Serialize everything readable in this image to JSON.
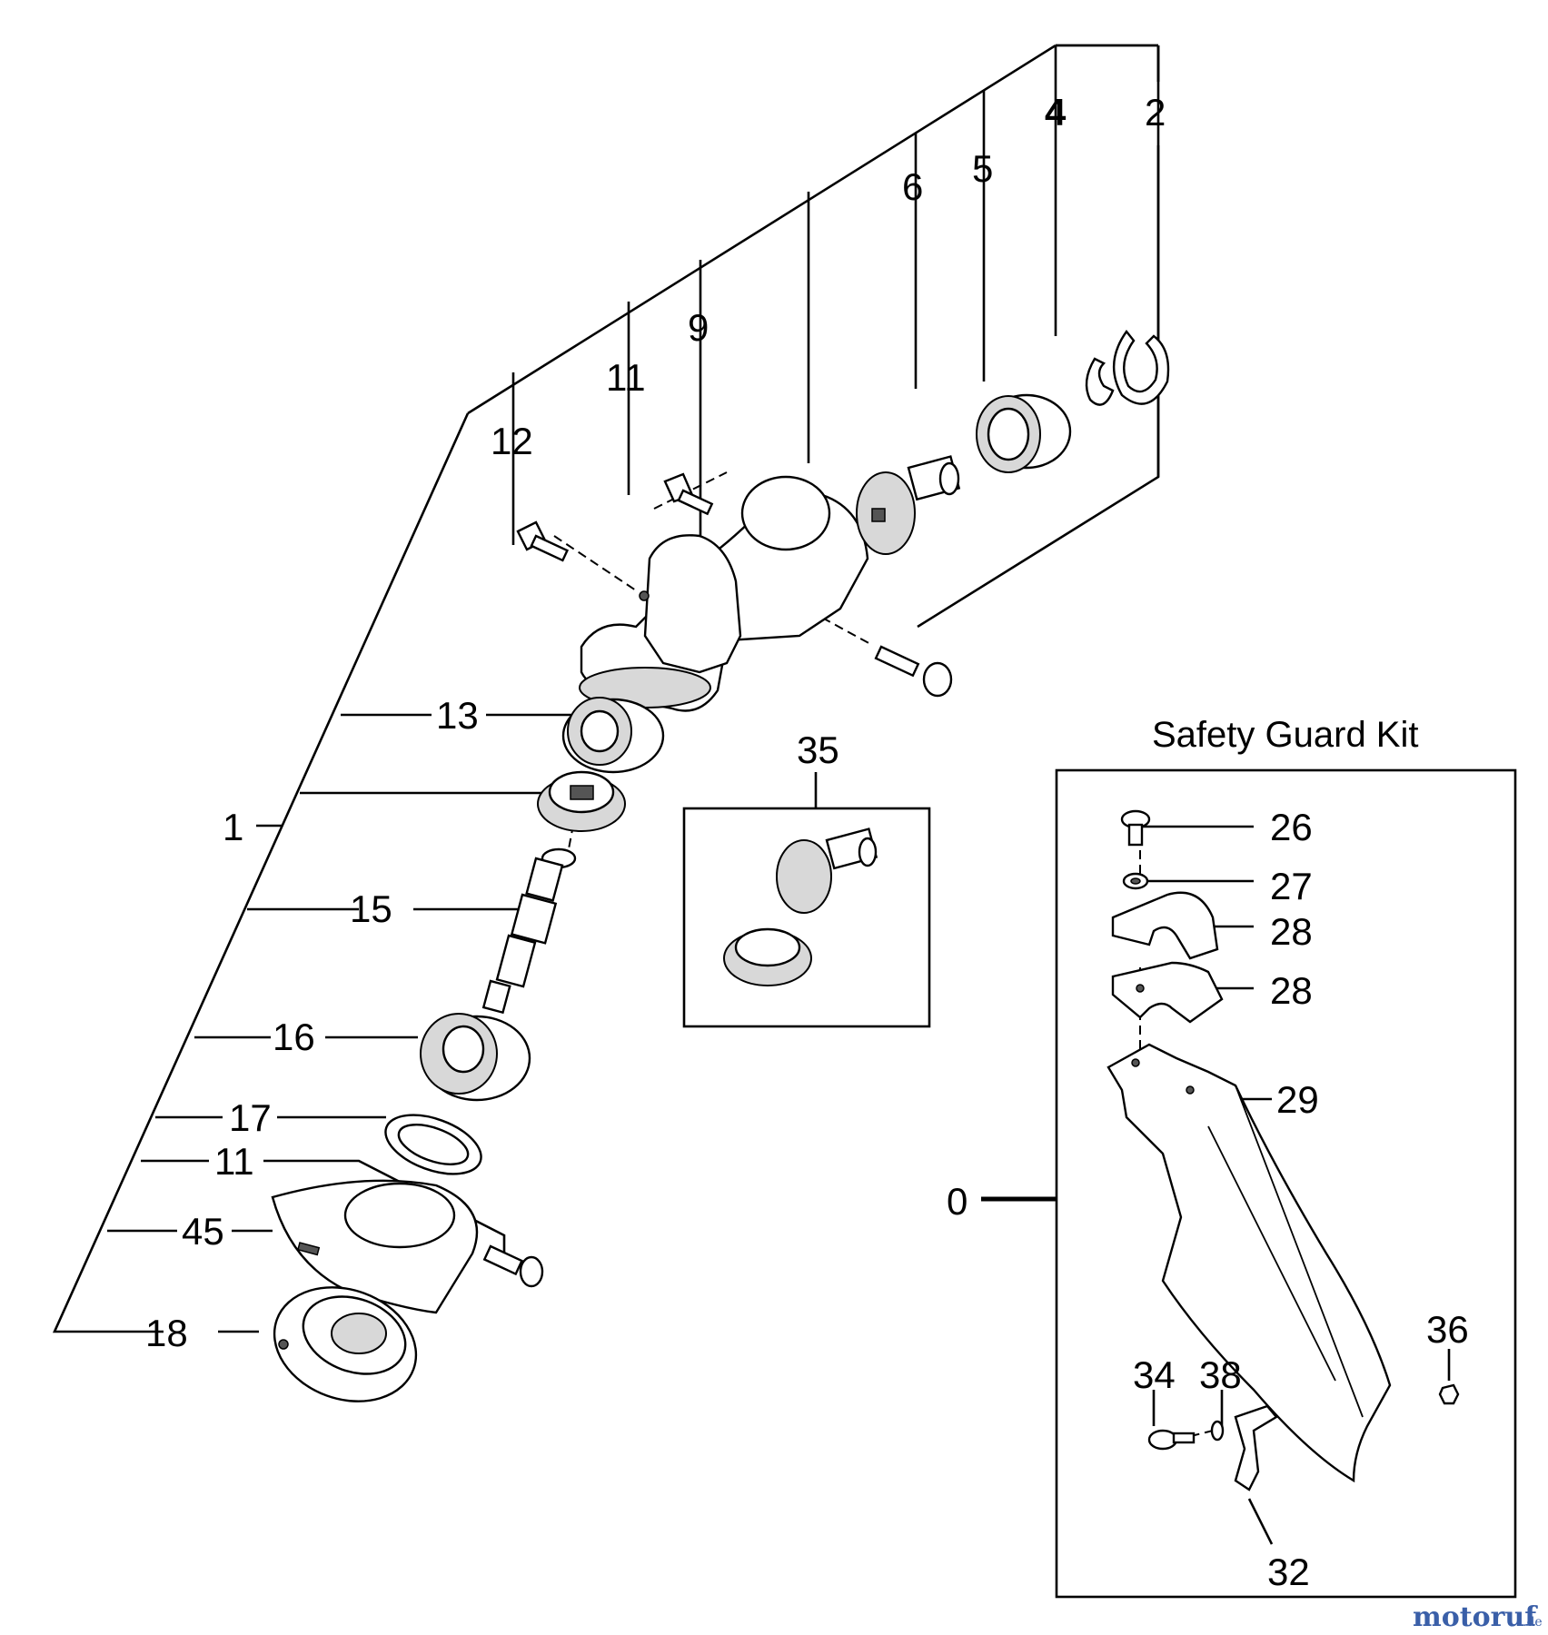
{
  "title": "Safety Guard Kit",
  "watermark": {
    "text": "motoruf",
    "suffix": ".de",
    "color": "#3a5fa8"
  },
  "callouts": [
    {
      "id": "c1",
      "text": "1"
    },
    {
      "id": "c2",
      "text": "2"
    },
    {
      "id": "c4",
      "text": "4"
    },
    {
      "id": "c5",
      "text": "5"
    },
    {
      "id": "c6",
      "text": "6"
    },
    {
      "id": "c9",
      "text": "9"
    },
    {
      "id": "c11a",
      "text": "11"
    },
    {
      "id": "c12",
      "text": "12"
    },
    {
      "id": "c13",
      "text": "13"
    },
    {
      "id": "c15",
      "text": "15"
    },
    {
      "id": "c16",
      "text": "16"
    },
    {
      "id": "c17",
      "text": "17"
    },
    {
      "id": "c11b",
      "text": "11"
    },
    {
      "id": "c45",
      "text": "45"
    },
    {
      "id": "c18",
      "text": "18"
    },
    {
      "id": "c35",
      "text": "35"
    },
    {
      "id": "c26",
      "text": "26"
    },
    {
      "id": "c27",
      "text": "27"
    },
    {
      "id": "c28a",
      "text": "28"
    },
    {
      "id": "c28b",
      "text": "28"
    },
    {
      "id": "c29",
      "text": "29"
    },
    {
      "id": "c0",
      "text": "0"
    },
    {
      "id": "c36",
      "text": "36"
    },
    {
      "id": "c34",
      "text": "34"
    },
    {
      "id": "c38",
      "text": "38"
    },
    {
      "id": "c32",
      "text": "32"
    }
  ]
}
